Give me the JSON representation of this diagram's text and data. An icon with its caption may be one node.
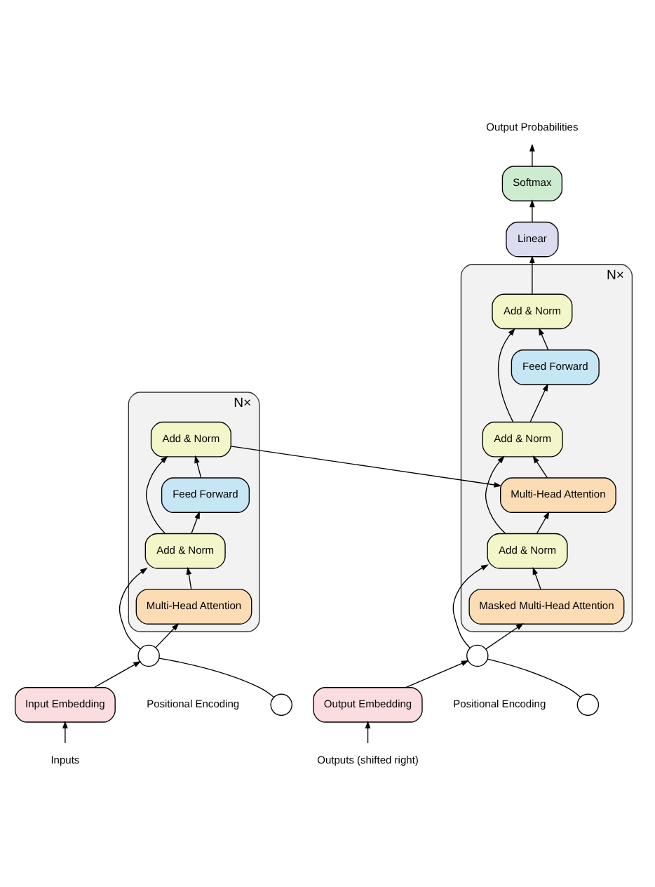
{
  "diagram": {
    "nodes": [
      {
        "text": [],
        "shape": "box",
        "beside": [
          "N×"
        ]
      },
      {
        "text": [
          "Add & Norm"
        ],
        "in": 0
      },
      {
        "text": [
          "Feed Forward"
        ],
        "in": 0
      },
      {
        "text": [
          "Add & Norm"
        ],
        "in": 0
      },
      {
        "text": [
          "Multi-Head Attention"
        ],
        "in": 0
      },
      {
        "text": [],
        "shape": "box",
        "beside": [
          "N×"
        ]
      },
      {
        "text": [
          "Add & Norm"
        ],
        "in": 5
      },
      {
        "text": [
          "Feed Forward"
        ],
        "in": 5
      },
      {
        "text": [
          "Add & Norm"
        ],
        "in": 5
      },
      {
        "text": [
          "Multi-Head Attention"
        ],
        "in": 5
      },
      {
        "text": [
          "Add & Norm"
        ],
        "in": 5
      },
      {
        "text": [
          "Masked Multi-Head Attention"
        ],
        "in": 5
      },
      {
        "text": [
          "Linear"
        ]
      },
      {
        "text": [
          "Softmax"
        ]
      },
      {
        "text": [
          "Output Probabilities"
        ]
      },
      {
        "text": [
          "Input Embedding"
        ]
      },
      {
        "text": [
          "Output Embedding"
        ]
      },
      {
        "text": [
          "Inputs"
        ]
      },
      {
        "text": [
          "Outputs (shifted right)"
        ]
      },
      {
        "text": [],
        "shape": "circle"
      },
      {
        "text": [],
        "shape": "circle"
      },
      {
        "text": [],
        "shape": "circle",
        "beside": [
          "Positional Encoding"
        ]
      },
      {
        "text": [],
        "shape": "circle",
        "beside": [
          "Positional Encoding"
        ]
      }
    ],
    "edges": [
      {
        "from": 17,
        "to": 15,
        "arrow": "to"
      },
      {
        "from": 15,
        "to": 19,
        "arrow": "to"
      },
      {
        "from": 21,
        "to": 19,
        "arrow": "none"
      },
      {
        "from": 19,
        "to": 4,
        "arrow": "to"
      },
      {
        "from": 19,
        "to": 3,
        "arrow": "to"
      },
      {
        "from": 4,
        "to": 3,
        "arrow": "to"
      },
      {
        "from": 3,
        "to": 2,
        "arrow": "to"
      },
      {
        "from": 3,
        "to": 1,
        "arrow": "to"
      },
      {
        "from": 2,
        "to": 1,
        "arrow": "to"
      },
      {
        "from": 1,
        "to": 9,
        "arrow": "to"
      },
      {
        "from": 18,
        "to": 16,
        "arrow": "to"
      },
      {
        "from": 16,
        "to": 20,
        "arrow": "to"
      },
      {
        "from": 22,
        "to": 20,
        "arrow": "none"
      },
      {
        "from": 20,
        "to": 11,
        "arrow": "to"
      },
      {
        "from": 20,
        "to": 10,
        "arrow": "to"
      },
      {
        "from": 11,
        "to": 10,
        "arrow": "to"
      },
      {
        "from": 10,
        "to": 9,
        "arrow": "to"
      },
      {
        "from": 10,
        "to": 8,
        "arrow": "to"
      },
      {
        "from": 9,
        "to": 8,
        "arrow": "to"
      },
      {
        "from": 8,
        "to": 7,
        "arrow": "to"
      },
      {
        "from": 8,
        "to": 6,
        "arrow": "to"
      },
      {
        "from": 7,
        "to": 6,
        "arrow": "to"
      },
      {
        "from": 6,
        "to": 12,
        "arrow": "to"
      },
      {
        "from": 12,
        "to": 13,
        "arrow": "to"
      },
      {
        "from": 13,
        "to": 14,
        "arrow": "to"
      }
    ]
  }
}
